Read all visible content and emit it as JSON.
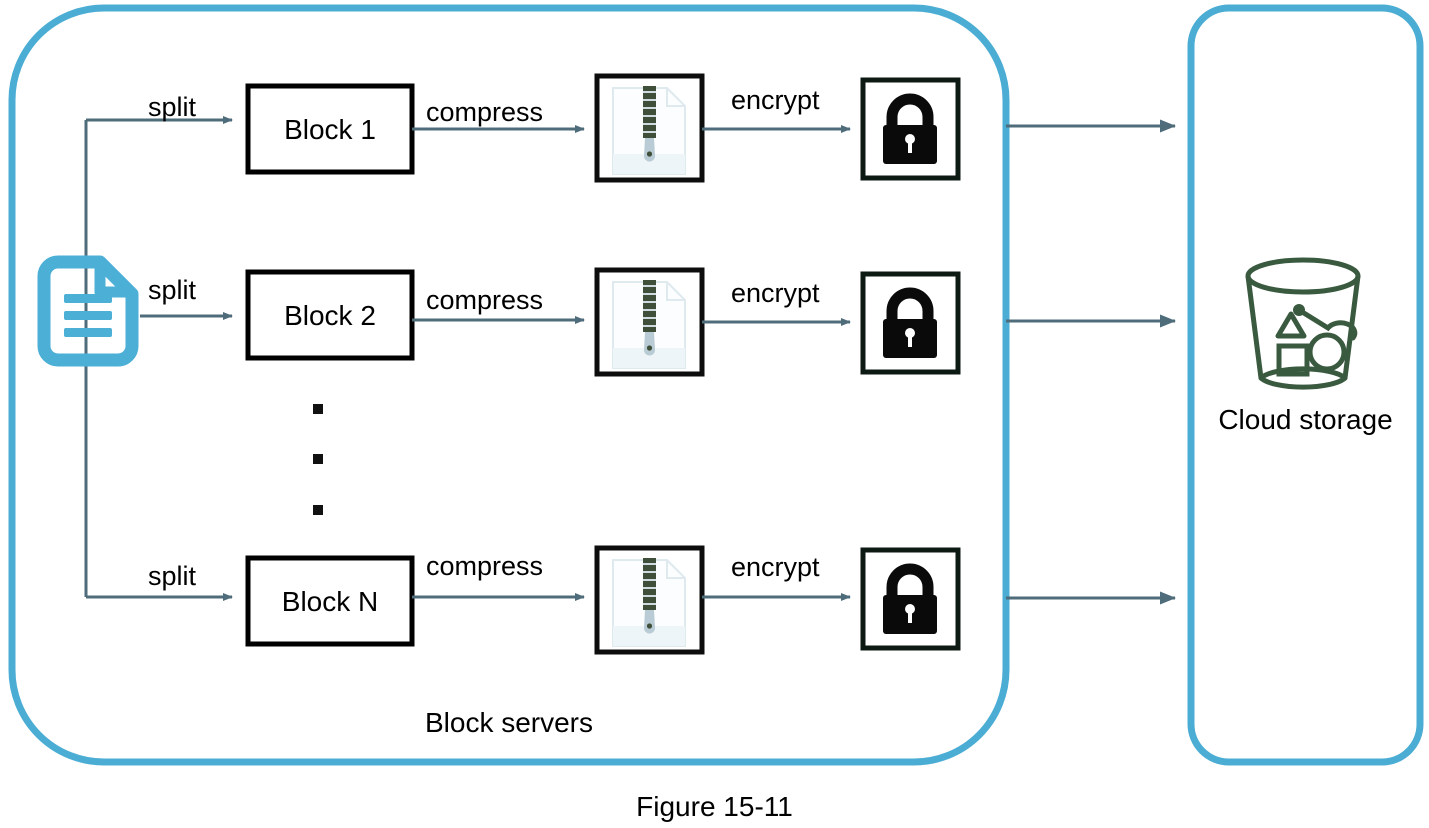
{
  "figure": {
    "caption": "Figure 15-11"
  },
  "colors": {
    "container_blue": "#4BADD4",
    "arrow_slate": "#4F6C7B",
    "block_border": "#000000",
    "bucket_green": "#3A5A40",
    "doc_blue": "#4BAFD6",
    "lock_black": "#0A0A0A"
  },
  "containers": [
    {
      "name": "block-servers",
      "label": "Block servers"
    },
    {
      "name": "cloud-storage",
      "label": "Cloud storage"
    }
  ],
  "source": {
    "icon": "document-icon",
    "label": ""
  },
  "pipelines": [
    {
      "split_label": "split",
      "block_label": "Block 1",
      "compress_label": "compress",
      "compress_icon": "zip-file-icon",
      "encrypt_label": "encrypt",
      "encrypt_icon": "lock-icon"
    },
    {
      "split_label": "split",
      "block_label": "Block 2",
      "compress_label": "compress",
      "compress_icon": "zip-file-icon",
      "encrypt_label": "encrypt",
      "encrypt_icon": "lock-icon"
    },
    {
      "split_label": "split",
      "block_label": "Block N",
      "compress_label": "compress",
      "compress_icon": "zip-file-icon",
      "encrypt_label": "encrypt",
      "encrypt_icon": "lock-icon"
    }
  ],
  "ellipsis": {
    "glyph": "■",
    "count": 3
  },
  "cloud": {
    "icon": "storage-bucket-icon",
    "label": "Cloud storage"
  }
}
